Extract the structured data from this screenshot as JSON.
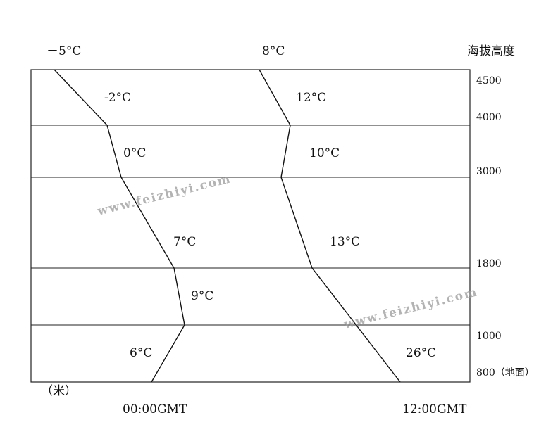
{
  "top_labels": {
    "left": "－5°C",
    "right": "8°C"
  },
  "altitude_title": "海拔高度",
  "unit": "（米）",
  "altitudes": [
    {
      "value": 4500,
      "label": "4500"
    },
    {
      "value": 4000,
      "label": "4000"
    },
    {
      "value": 3000,
      "label": "3000"
    },
    {
      "value": 1800,
      "label": "1800"
    },
    {
      "value": 1000,
      "label": "1000"
    },
    {
      "value": 800,
      "label": "800（地面）"
    }
  ],
  "times": {
    "left": "00:00GMT",
    "right": "12:00GMT"
  },
  "layer_temps": {
    "left": [
      "-2°C",
      "0°C",
      "7°C",
      "9°C",
      "6°C"
    ],
    "right": [
      "12°C",
      "10°C",
      "13°C",
      "",
      "26°C"
    ]
  },
  "watermarks": [
    "www.feizhiyi.com",
    "www.feizhiyi.com"
  ]
}
